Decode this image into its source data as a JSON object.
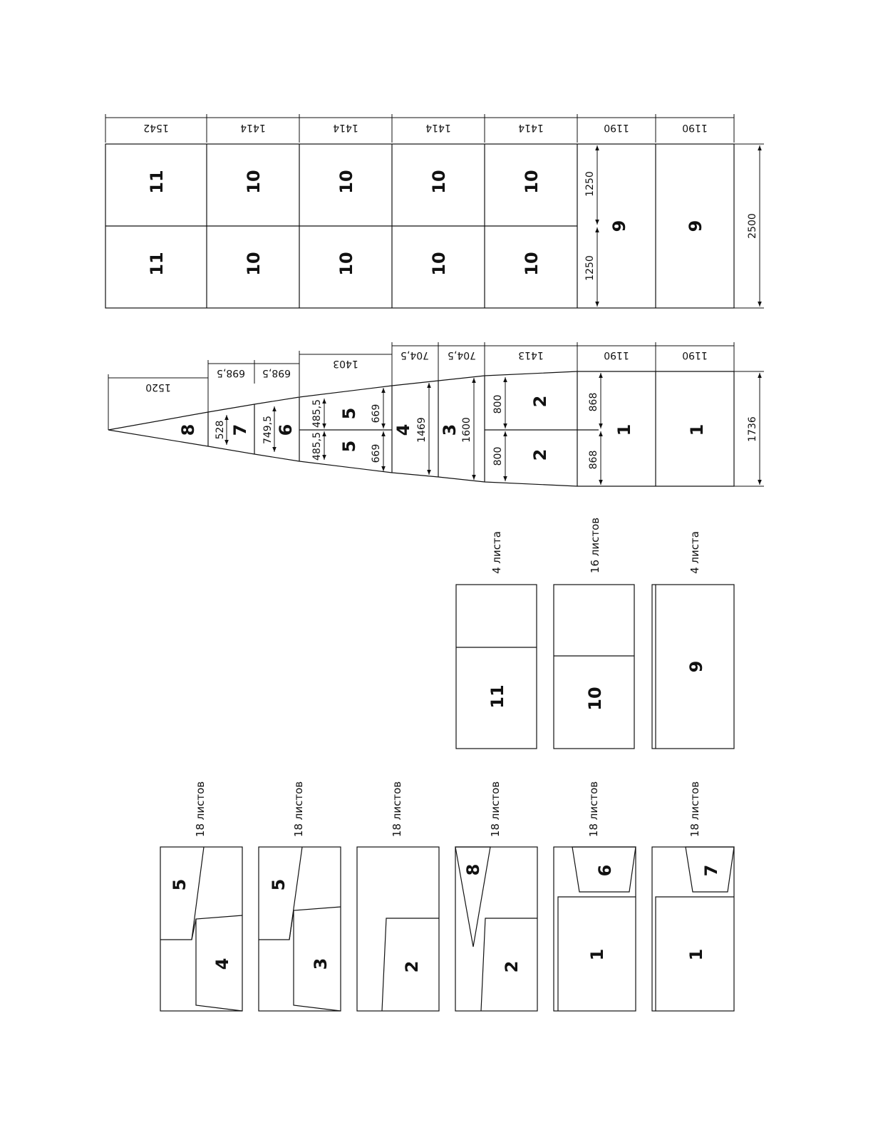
{
  "top_layout": {
    "column_widths": [
      "1542",
      "1414",
      "1414",
      "1414",
      "1414",
      "1190",
      "1190"
    ],
    "total_height": "2500",
    "half_height": "1250",
    "pieces": [
      {
        "label": "11"
      },
      {
        "label": "10"
      },
      {
        "label": "10"
      },
      {
        "label": "10"
      },
      {
        "label": "10"
      },
      {
        "label": "9"
      },
      {
        "label": "9"
      }
    ]
  },
  "middle_layout": {
    "column_widths": [
      "1520",
      "698,5",
      "698,5",
      "1403",
      "704,5",
      "704,5",
      "1413",
      "1190",
      "1190"
    ],
    "total_height": "1736",
    "piece_labels": {
      "p8": "8",
      "p7": "7",
      "p6": "6",
      "p5": "5",
      "p4": "4",
      "p3": "3",
      "p2": "2",
      "p1": "1"
    },
    "dims": {
      "d528": "528",
      "d749": "749,5",
      "d485": "485,5",
      "d669": "669",
      "d1469": "1469",
      "d1600": "1600",
      "d800": "800",
      "d868": "868"
    }
  },
  "sheets_top_row": [
    {
      "count": "4 листа",
      "label": "11"
    },
    {
      "count": "16 листов",
      "label": "10"
    },
    {
      "count": "4 листа",
      "label": "9"
    }
  ],
  "sheets_bottom_row": [
    {
      "count": "18 листов",
      "labels": [
        "5",
        "4"
      ]
    },
    {
      "count": "18 листов",
      "labels": [
        "5",
        "3"
      ]
    },
    {
      "count": "18 листов",
      "labels": [
        "2"
      ]
    },
    {
      "count": "18 листов",
      "labels": [
        "8",
        "2"
      ]
    },
    {
      "count": "18 листов",
      "labels": [
        "6",
        "1"
      ]
    },
    {
      "count": "18 листов",
      "labels": [
        "7",
        "1"
      ]
    }
  ]
}
